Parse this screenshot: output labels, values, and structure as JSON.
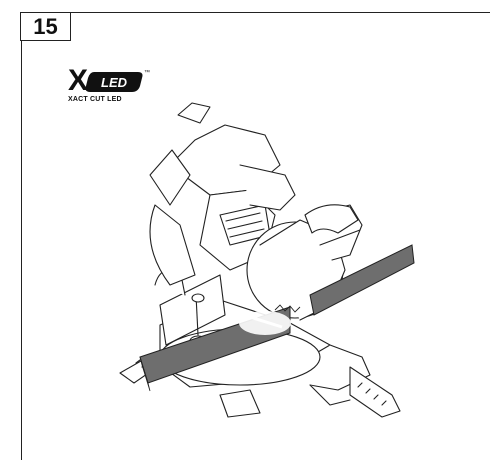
{
  "step": {
    "number": "15"
  },
  "logo": {
    "mark_letter": "X",
    "badge_text": "LED",
    "trademark": "™",
    "caption": "XACT CUT LED"
  },
  "illustration": {
    "subject": "miter-saw-with-led-cut-line",
    "icon": "miter-saw-icon"
  },
  "colors": {
    "line": "#222222",
    "board": "#6e6e6e",
    "led_glow": "#ffffff",
    "background": "#ffffff"
  }
}
